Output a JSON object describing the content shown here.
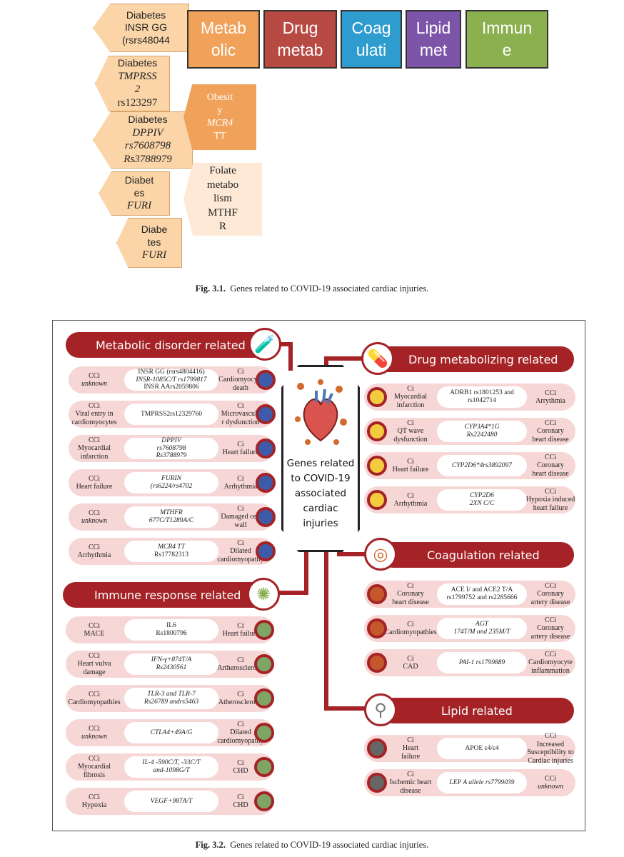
{
  "fig1": {
    "left_hexes": [
      {
        "l1": "Diabetes",
        "l2": "INSR GG",
        "l3": "(rsrs48044"
      },
      {
        "l1": "Diabetes",
        "l2": "TMPRSS",
        "l3": "2",
        "l4": "rs123297"
      },
      {
        "l1": "Diabetes",
        "l2": "DPPIV",
        "l3": "rs7608798",
        "l4": "Rs3788979"
      },
      {
        "l1": "Diabet",
        "l2": "es",
        "l3": "FURI"
      },
      {
        "l1": "Diabe",
        "l2": "tes",
        "l3": "FURI"
      }
    ],
    "categories": [
      {
        "l1": "Metab",
        "l2": "olic",
        "color": "#f0a25a"
      },
      {
        "l1": "Drug",
        "l2": "metab",
        "color": "#b84a44"
      },
      {
        "l1": "Coag",
        "l2": "ulati",
        "color": "#2f9ccf"
      },
      {
        "l1": "Lipid",
        "l2": "met",
        "color": "#7d55a8"
      },
      {
        "l1": "Immun",
        "l2": "e",
        "color": "#8ab04f"
      }
    ],
    "right_hexes": [
      {
        "l1": "Obesit",
        "l2": "y",
        "l3": "MCR4",
        "l4": "TT"
      },
      {
        "l1": "Folate",
        "l2": "metabo",
        "l3": "lism",
        "l4": "MTHF",
        "l5": "R"
      }
    ],
    "caption_label": "Fig. 3.1.",
    "caption_text": "Genes related to COVID-19 associated cardiac injuries."
  },
  "fig2": {
    "center": {
      "l1": "Genes related",
      "l2": "to COVID-19",
      "l3": "associated",
      "l4": "cardiac",
      "l5": "injuries"
    },
    "sections": {
      "metabolic": {
        "title": "Metabolic disorder related",
        "icon": "🧪"
      },
      "immune": {
        "title": "Immune response related",
        "icon": "✺"
      },
      "drug": {
        "title": "Drug metabolizing related",
        "icon": "💊"
      },
      "coag": {
        "title": "Coagulation related",
        "icon": "◎"
      },
      "lipid": {
        "title": "Lipid related",
        "icon": "⚲"
      }
    },
    "metabolic_rows": [
      {
        "l1": "CCi",
        "l2": "unknown",
        "m1": "INSR GG (rsrs4804416)",
        "m2": "INSR-1085C/T rs1799817",
        "m3": "INSR AArs2059806",
        "r1": "Ci",
        "r2": "Cardiomyocyte",
        "r3": "death"
      },
      {
        "l1": "CCi",
        "l2": "Viral entry in",
        "l3": "cardiomyocytes",
        "m1": "TMPRSS2rs12329760",
        "r1": "Ci",
        "r2": "Microvascula",
        "r3": "r dysfunction"
      },
      {
        "l1": "CCi",
        "l2": "Myocardial",
        "l3": "infarction",
        "m1": "DPPIV",
        "m2": "rs7608798",
        "m3": "Rs3788979",
        "r1": "Ci",
        "r2": "Heart failure"
      },
      {
        "l1": "CCi",
        "l2": "Heart failure",
        "m1": "FURIN",
        "m2": "(rs6224/rs4702",
        "r1": "Ci",
        "r2": "Arrhythmia"
      },
      {
        "l1": "CCi",
        "l2": "unknown",
        "m1": "MTHFR",
        "m2": "677C/T1289A/C",
        "r1": "Ci",
        "r2": "Damaged cell",
        "r3": "wall"
      },
      {
        "l1": "CCi",
        "l2": "Arrhythmia",
        "m1": "MCR4 TT",
        "m2": "Rs17782313",
        "r1": "Ci",
        "r2": "Dilated",
        "r3": "cardiomyopathy"
      }
    ],
    "immune_rows": [
      {
        "l1": "CCi",
        "l2": "MACE",
        "m1": "IL6",
        "m2": "Rs1800796",
        "r1": "Ci",
        "r2": "Heart failure"
      },
      {
        "l1": "CCi",
        "l2": "Heart vulva",
        "l3": "damage",
        "m1": "IFN-γ+874T/A",
        "m2": "Rs2430561",
        "r1": "Ci",
        "r2": "Artherosclerosis"
      },
      {
        "l1": "CCi",
        "l2": "Cardiomyopathies",
        "m1": "TLR-3 and TLR-7",
        "m2": "Rs26789 andrs5463",
        "r1": "Ci",
        "r2": "Atherosclerosis"
      },
      {
        "l1": "CCi",
        "l2": "unknown",
        "m1": "CTLA4+49A/G",
        "r1": "Ci",
        "r2": "Dilated",
        "r3": "cardiomyopathy"
      },
      {
        "l1": "CCi",
        "l2": "Myocardial",
        "l3": "fibrosis",
        "m1": "IL-4 -590C/T, -33C/T",
        "m2": "and-1098G/T",
        "r1": "Ci",
        "r2": "CHD"
      },
      {
        "l1": "CCi",
        "l2": "Hypoxia",
        "m1": "VEGF+987A/T",
        "r1": "Ci",
        "r2": "CHD"
      }
    ],
    "drug_rows": [
      {
        "l1": "Ci",
        "l2": "Myocardial",
        "l3": "infarction",
        "m1": "ADRB1 rs1801253 and",
        "m2": "rs1042714",
        "r1": "CCi",
        "r2": "Arrythmia"
      },
      {
        "l1": "Ci",
        "l2": "QT wave",
        "l3": "dysfunction",
        "m1": "CYP3A4*1G",
        "m2": "Rs2242480",
        "r1": "CCi",
        "r2": "Coronary",
        "r3": "heart disease"
      },
      {
        "l1": "Ci",
        "l2": "Heart failure",
        "m1": "CYP2D6*4rs3892097",
        "r1": "CCi",
        "r2": "Coronary",
        "r3": "heart disease"
      },
      {
        "l1": "Ci",
        "l2": "Arrhythmia",
        "m1": "CYP2D6",
        "m2": "2XN C/C",
        "r1": "CCi",
        "r2": "Hypoxia induced",
        "r3": "heart failure"
      }
    ],
    "coag_rows": [
      {
        "l1": "Ci",
        "l2": "Coronary",
        "l3": "heart disease",
        "m1": "ACE I/ and ACE2 T/A",
        "m2": "rs1799752 and rs2285666",
        "r1": "CCi",
        "r2": "Coronary",
        "r3": "artery disease"
      },
      {
        "l1": "Ci",
        "l2": "Cardiomyopathies",
        "m1": "AGT",
        "m2": "174T/M and 235M/T",
        "r1": "CCi",
        "r2": "Coronary",
        "r3": "artery disease"
      },
      {
        "l1": "Ci",
        "l2": "CAD",
        "m1": "PAI-1 rs1799889",
        "r1": "CCi",
        "r2": "Cardiomyocyte",
        "r3": "inflammation"
      }
    ],
    "lipid_rows": [
      {
        "l1": "Ci",
        "l2": "Heart",
        "l3": "failure",
        "m1": "APOE ε4/ε4",
        "r1": "CCi",
        "r2": "Increased Susceptibility to",
        "r3": "Cardiac injuries"
      },
      {
        "l1": "Ci",
        "l2": "Ischemic heart",
        "l3": "disease",
        "m1": "LEP A allele rs7799039",
        "r1": "CCi",
        "r2": "unknown"
      }
    ],
    "caption_label": "Fig. 3.2.",
    "caption_text": "Genes related to COVID-19 associated cardiac injuries."
  }
}
